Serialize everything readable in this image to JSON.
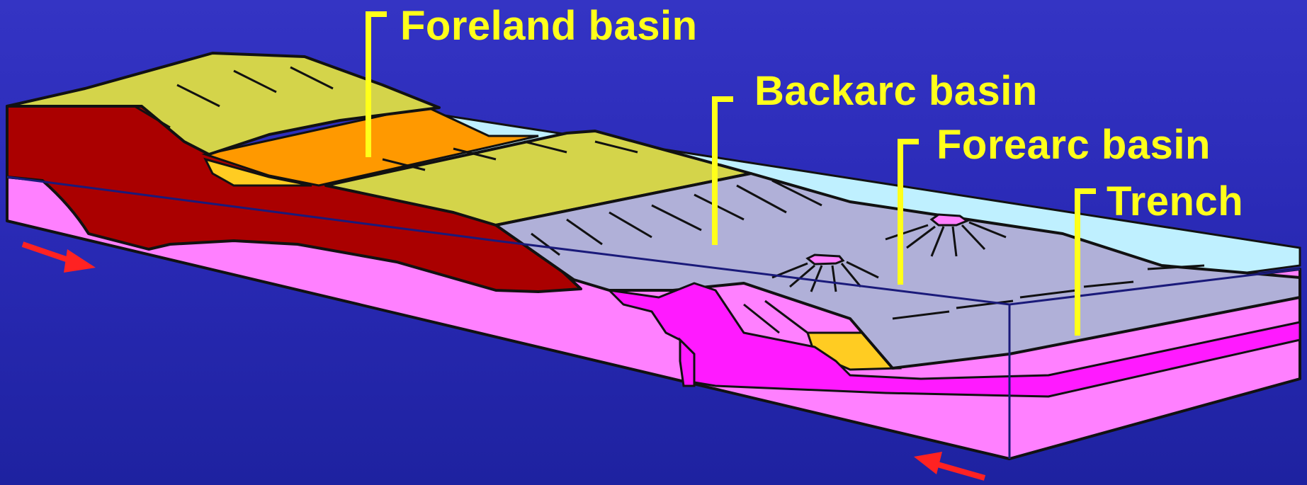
{
  "labels": {
    "foreland": "Foreland basin",
    "backarc": "Backarc basin",
    "forearc": "Forearc basin",
    "trench": "Trench"
  },
  "colors": {
    "background": "#2e2ebd",
    "text": "#ffff1a",
    "crust_pink": "#ff80ff",
    "magma_magenta": "#ff1aff",
    "dark_red_crust": "#aa0000",
    "foreland_olive": "#d4d44a",
    "orange_sediment": "#ff9900",
    "yellow_sediment": "#ffcc22",
    "lavender_surface": "#b0b0d8",
    "ocean_cyan": "#bff0ff",
    "arrow_red": "#ff2222"
  }
}
